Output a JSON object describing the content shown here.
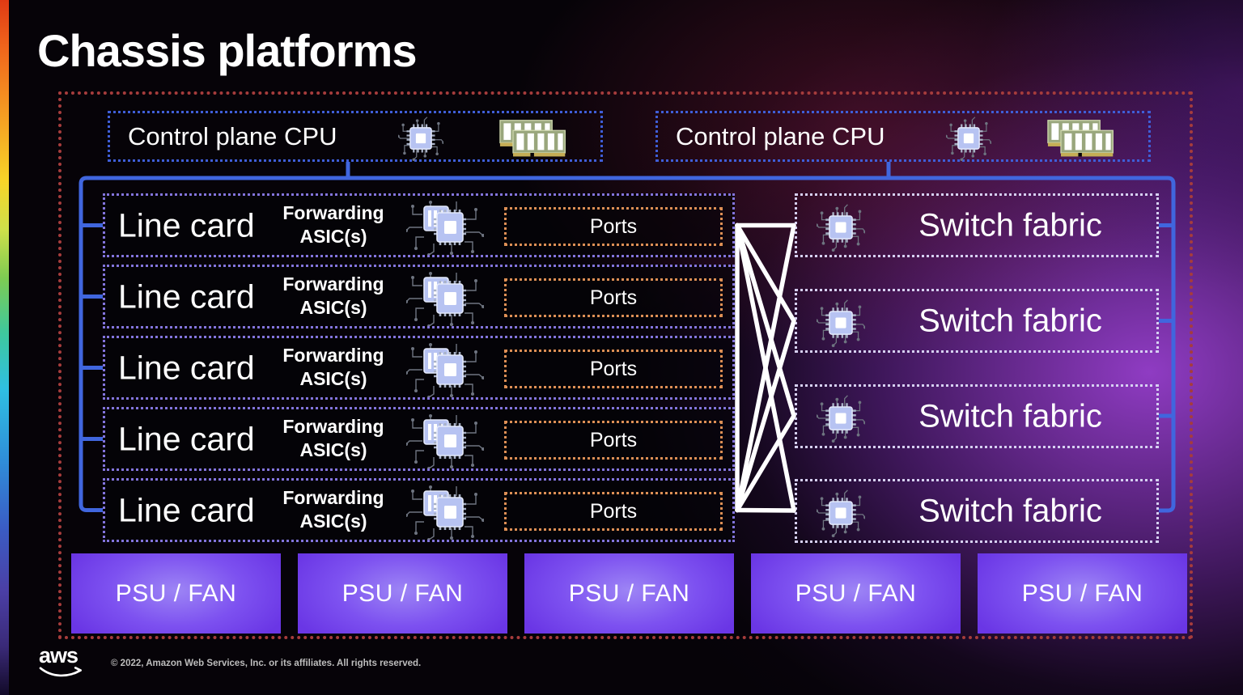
{
  "title": "Chassis platforms",
  "diagram": {
    "control_plane_cpu": {
      "label": "Control plane CPU",
      "count": 2
    },
    "line_card": {
      "label": "Line card",
      "forwarding_line1": "Forwarding",
      "forwarding_line2": "ASIC(s)",
      "ports_label": "Ports",
      "count": 5
    },
    "switch_fabric": {
      "label": "Switch fabric",
      "count": 4
    },
    "psu_fan": {
      "label": "PSU / FAN",
      "count": 5
    },
    "icons": {
      "cpu": "cpu-chip-icon",
      "memory": "ram-dimm-icon",
      "asic": "asic-chips-icon"
    },
    "colors": {
      "outer_border": "#a63c3c",
      "control_plane_border": "#3f5ed8",
      "line_card_border": "#8374dc",
      "ports_border": "#dd8f55",
      "switch_fabric_border": "#d6d0f2",
      "connector_blue": "#4066de",
      "mesh_white": "#ffffff",
      "psu_fill": "#7d51f0",
      "background_glow": "#8b3bb0"
    }
  },
  "footer": {
    "logo_text": "aws",
    "copyright": "© 2022, Amazon Web Services, Inc. or its affiliates. All rights reserved."
  }
}
